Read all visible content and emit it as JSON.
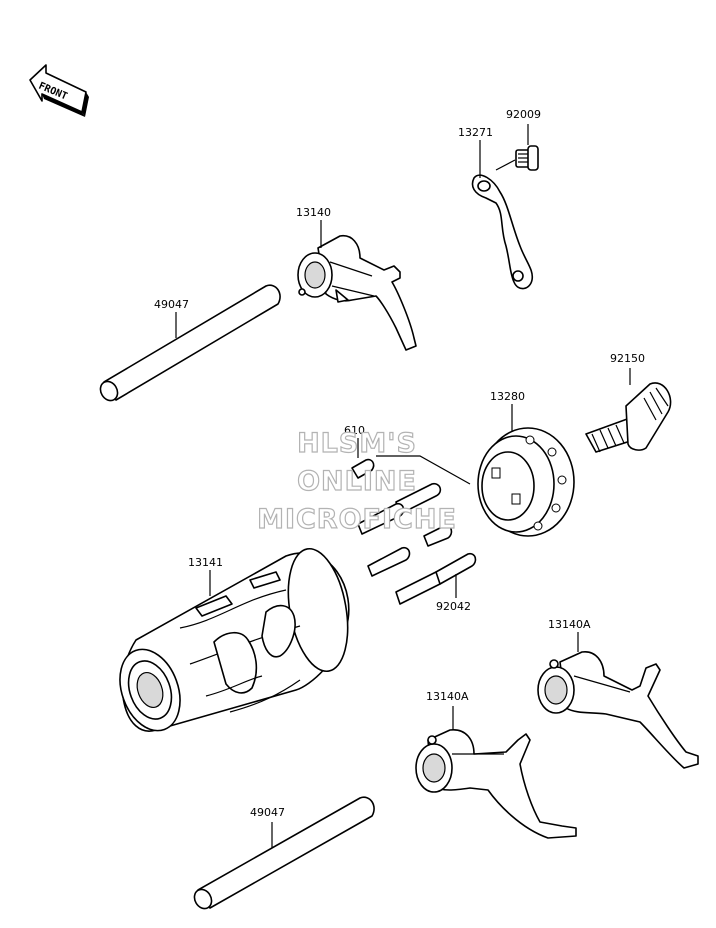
{
  "front_arrow": {
    "label": "FRONT",
    "icon": "front-direction-arrow-icon"
  },
  "watermark": {
    "line1": "HLSM'S",
    "line2": "ONLINE",
    "line3": "MICROFICHE",
    "color": "#b3b3b3"
  },
  "parts": {
    "bolt_small": "92009",
    "shift_plate": "13271",
    "shift_fork_top": "13140",
    "shaft_top": "49047",
    "bolt_large": "92150",
    "drum_cam": "13280",
    "pin_single": "610",
    "shift_drum": "13141",
    "pins_group": "92042",
    "shift_fork_right": "13140A",
    "shift_fork_center": "13140A",
    "shaft_bottom": "49047"
  }
}
